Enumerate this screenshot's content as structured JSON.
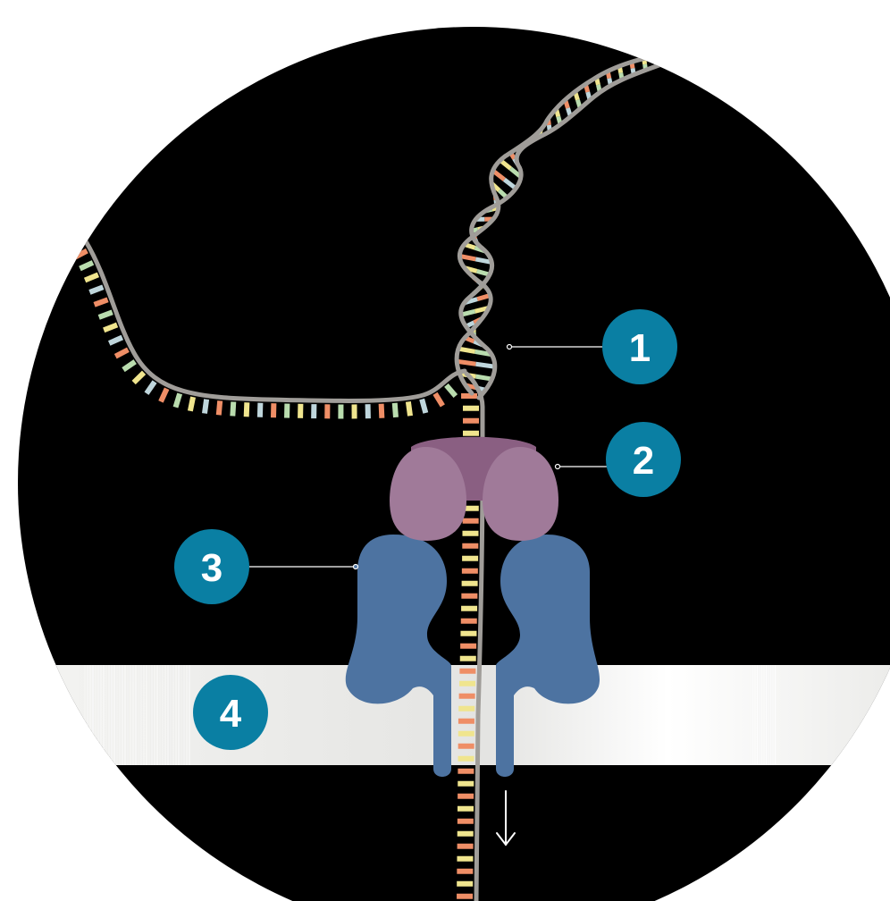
{
  "colors": {
    "background": "#000000",
    "membrane": "#e6e6e4",
    "backbone": "#a09d99",
    "protein_2": "#a07a99",
    "protein_2_dark": "#8a5f82",
    "protein_3": "#4d73a1",
    "badge": "#0a7fa3",
    "base_colors": [
      "#ef8e66",
      "#bfd6dc",
      "#f0e58e",
      "#b9dcae"
    ]
  },
  "labels": [
    {
      "text": "1",
      "target": "dna-double-helix"
    },
    {
      "text": "2",
      "target": "motor-protein"
    },
    {
      "text": "3",
      "target": "membrane-pore-protein"
    },
    {
      "text": "4",
      "target": "membrane"
    }
  ],
  "icons": {
    "arrow": "arrow-down-icon"
  }
}
